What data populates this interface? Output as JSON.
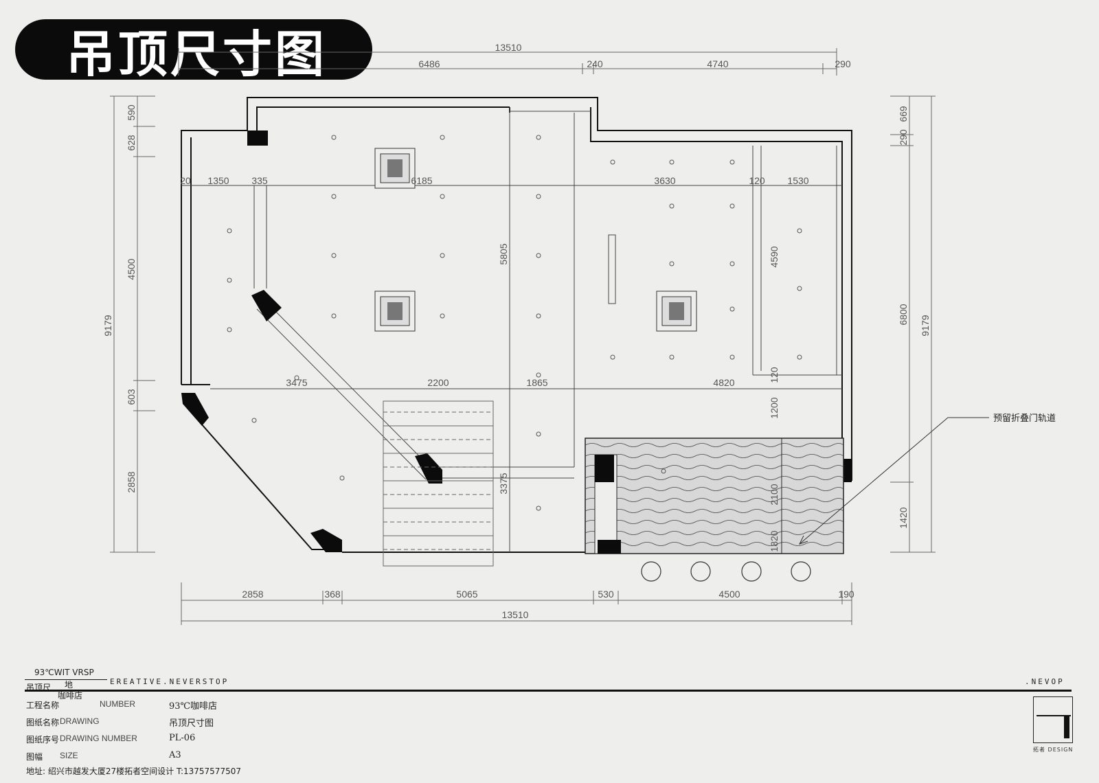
{
  "title": "吊顶尺寸图",
  "dimensions": {
    "top_total": "13510",
    "top_segments": [
      "6486",
      "240",
      "4740",
      "290"
    ],
    "inner_row1": [
      "20",
      "1350",
      "335",
      "6185",
      "3630",
      "120",
      "1530"
    ],
    "inner_row2": [
      "3475",
      "2200",
      "1865",
      "4820"
    ],
    "bottom_segments": [
      "2858",
      "368",
      "5065",
      "530",
      "4500",
      "190"
    ],
    "bottom_total": "13510",
    "left_segments": [
      "590",
      "628",
      "4500",
      "603",
      "2858"
    ],
    "left_total": "9179",
    "right_segments": [
      "669",
      "290",
      "6800",
      "1420"
    ],
    "right_total": "9179",
    "interior_vertical": [
      "5805",
      "4590",
      "120",
      "1200",
      "2100",
      "3375",
      "1820"
    ]
  },
  "annotation": "预留折叠门轨道",
  "title_block": {
    "brand_top": "93℃WIT VRSP",
    "slogan": "EREATIVE.NEVERSTOP",
    "slogan_right": ".NEVOP",
    "overlap_a": "吊顶尺",
    "overlap_b": "地",
    "overlap_c": "咖啡店",
    "project_label": "工程名称",
    "project_en": "NUMBER",
    "project_value": "93℃咖啡店",
    "drawing_label": "图纸名称",
    "drawing_en": "DRAWING",
    "drawing_value": "吊顶尺寸图",
    "number_label": "图纸序号",
    "number_en": "DRAWING NUMBER",
    "number_value": "PL-06",
    "size_label": "图幅",
    "size_en": "SIZE",
    "size_value": "A3",
    "address": "地址:  绍兴市越发大厦27楼拓者空间设计  T:13757577507",
    "logo_text": "拓者 DESIGN"
  }
}
